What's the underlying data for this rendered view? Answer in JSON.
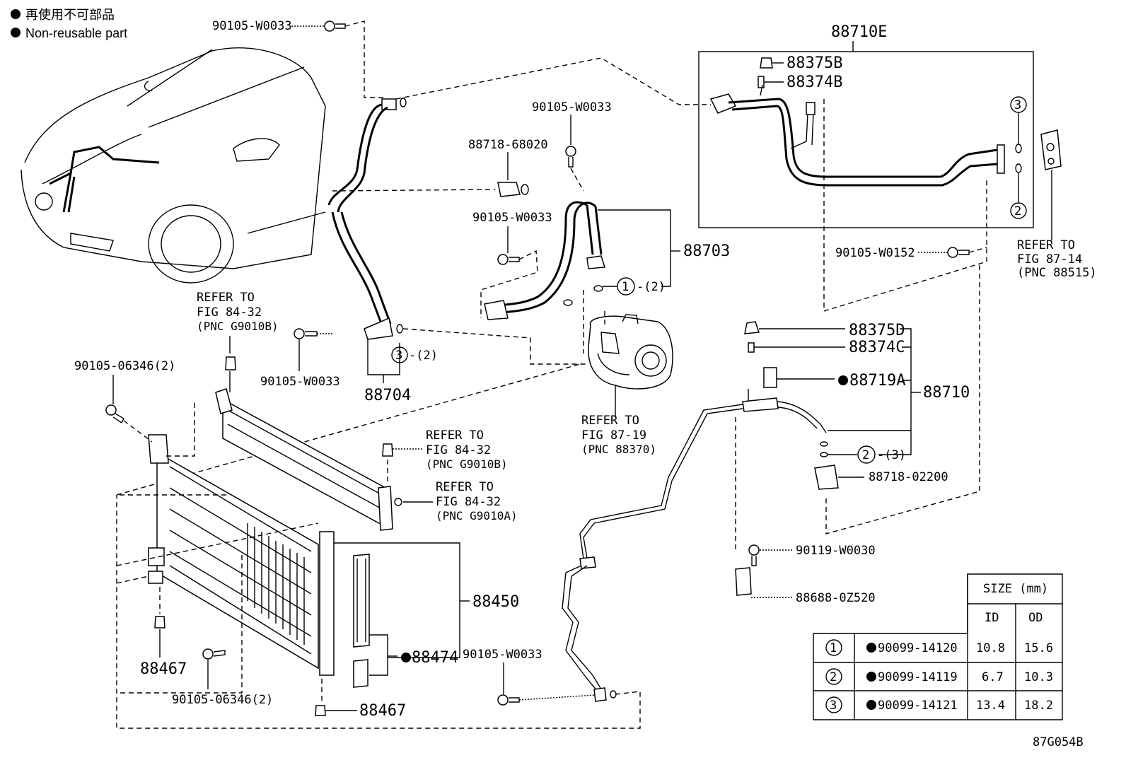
{
  "legend": {
    "line1": "再使用不可部品",
    "line2": "Non-reusable part"
  },
  "labels": {
    "p90105_top": "90105-W0033",
    "p90105_mid": "90105-W0033",
    "p90105_left": "90105-W0033",
    "p90105_88703": "90105-W0033",
    "p90105_bottom": "90105-W0033",
    "p90105_w0152": "90105-W0152",
    "p88718_68020": "88718-68020",
    "p88703": "88703",
    "p88704": "88704",
    "p88710e": "88710E",
    "p88375b": "88375B",
    "p88374b": "88374B",
    "p88375d": "88375D",
    "p88374c": "88374C",
    "p88719a": "88719A",
    "p88710": "88710",
    "p88718_02200": "88718-02200",
    "p90119": "90119-W0030",
    "p88688": "88688-0Z520",
    "p88450": "88450",
    "p88474": "88474",
    "p88467a": "88467",
    "p88467b": "88467",
    "p90105_06346a": "90105-06346(2)",
    "p90105_06346b": "90105-06346(2)",
    "qty2": "-(2)",
    "qty2b": "-(2)",
    "qty3": "-(3)",
    "circle1": "1",
    "circle2": "2",
    "circle3": "3",
    "diagram_id": "87G054B"
  },
  "refers": {
    "r1": [
      "REFER TO",
      "FIG 84-32",
      "(PNC G9010B)"
    ],
    "r2": [
      "REFER TO",
      "FIG 87-19",
      "(PNC 88370)"
    ],
    "r3": [
      "REFER TO",
      "FIG 84-32",
      "(PNC G9010B)"
    ],
    "r4": [
      "REFER TO",
      "FIG 84-32",
      "(PNC G9010A)"
    ],
    "r5": [
      "REFER TO",
      "FIG 87-14",
      "(PNC 88515)"
    ]
  },
  "size_table": {
    "header": "SIZE (mm)",
    "col_id": "ID",
    "col_od": "OD",
    "rows": [
      {
        "key": "1",
        "part": "90099-14120",
        "id": "10.8",
        "od": "15.6"
      },
      {
        "key": "2",
        "part": "90099-14119",
        "id": "6.7",
        "od": "10.3"
      },
      {
        "key": "3",
        "part": "90099-14121",
        "id": "13.4",
        "od": "18.2"
      }
    ]
  }
}
